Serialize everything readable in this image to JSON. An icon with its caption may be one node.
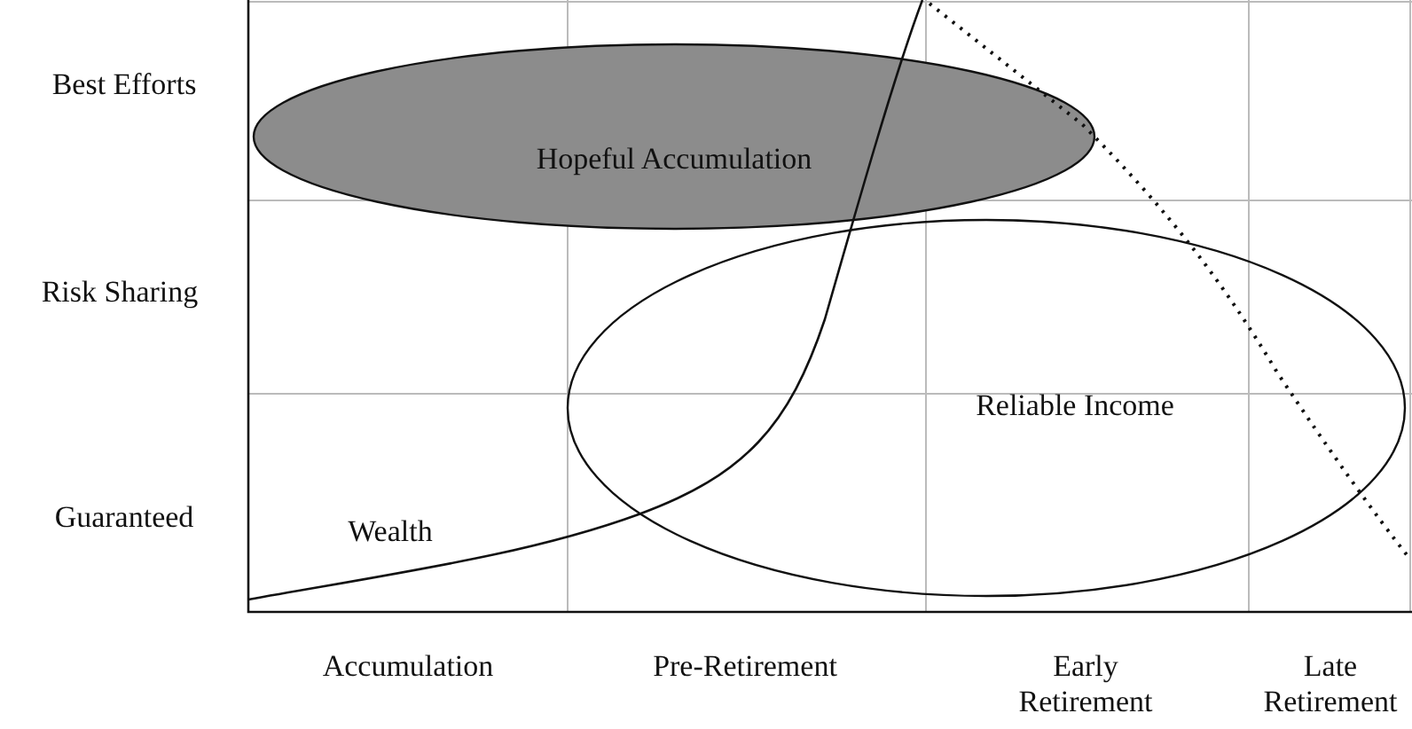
{
  "diagram": {
    "nodes": [
      {
        "text": [
          "Hopeful Accumulation"
        ]
      },
      {
        "text": [
          "Reliable Income"
        ]
      }
    ],
    "labels": [
      "Best Efforts",
      "Risk Sharing",
      "Guaranteed",
      "Wealth",
      "Accumulation",
      "Pre-Retirement",
      "Early Retirement",
      "Late Retirement"
    ]
  }
}
